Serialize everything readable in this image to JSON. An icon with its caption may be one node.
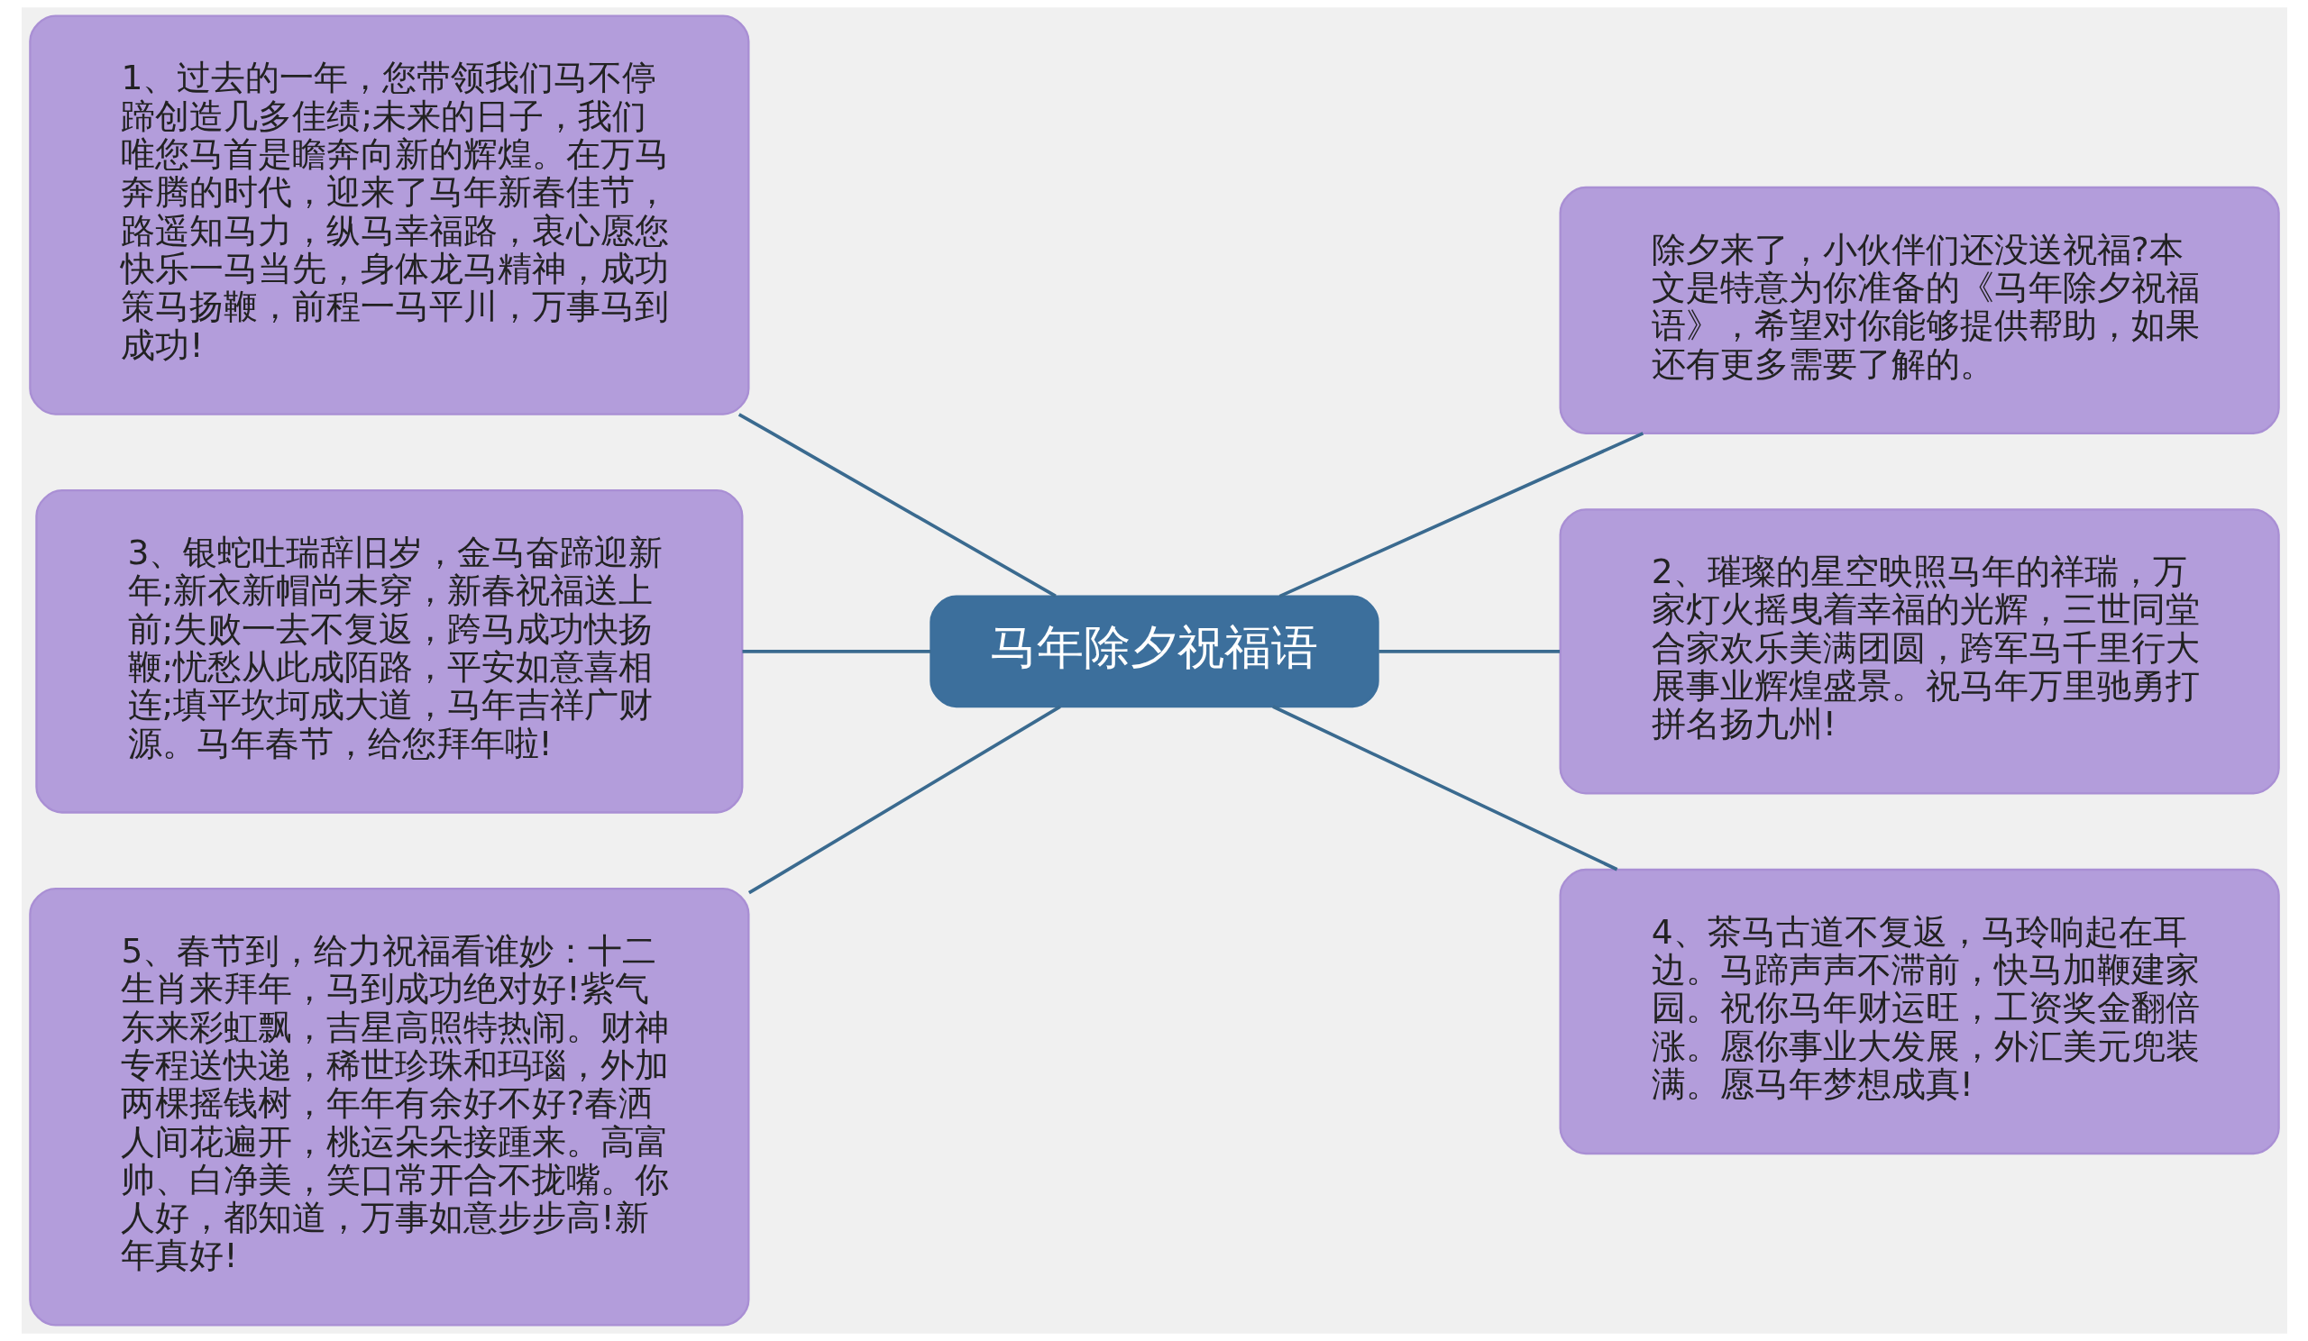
{
  "diagram": {
    "nodes": [
      {
        "text": [
          "马年除夕祝福语"
        ]
      },
      {
        "text": [
          "1、过去的一年，您带领我们马不停蹄创造几多佳绩;未来的日子，我们唯您马首是瞻奔向新的辉煌。在万马奔腾的时代，迎来了马年新春佳节，路遥知马力，纵马幸福路，衷心愿您快乐一马当先，身体龙马精神，成功策马扬鞭，前程一马平川，万事马到成功!"
        ]
      },
      {
        "text": [
          "3、银蛇吐瑞辞旧岁，金马奋蹄迎新年;新衣新帽尚未穿，新春祝福送上前;失败一去不复返，跨马成功快扬鞭;忧愁从此成陌路，平安如意喜相连;填平坎坷成大道，马年吉祥广财源。马年春节，给您拜年啦!"
        ]
      },
      {
        "text": [
          "5、春节到，给力祝福看谁妙：十二生肖来拜年，马到成功绝对好!紫气东来彩虹飘，吉星高照特热闹。财神专程送快递，稀世珍珠和玛瑙，外加两棵摇钱树，年年有余好不好?春洒人间花遍开，桃运朵朵接踵来。高富帅、白净美，笑口常开合不拢嘴。你人好，都知道，万事如意步步高!新年真好!"
        ]
      },
      {
        "text": [
          "除夕来了，小伙伴们还没送祝福?本文是特意为你准备的《马年除夕祝福语》，希望对你能够提供帮助，如果还有更多需要了解的。"
        ]
      },
      {
        "text": [
          "2、璀璨的星空映照马年的祥瑞，万家灯火摇曳着幸福的光辉，三世同堂合家欢乐美满团圆，跨军马千里行大展事业辉煌盛景。祝马年万里驰勇打拼名扬九州!"
        ]
      },
      {
        "text": [
          "4、茶马古道不复返，马玲响起在耳边。马蹄声声不滞前，快马加鞭建家园。祝你马年财运旺，工资奖金翻倍涨。愿你事业大发展，外汇美元兜装满。愿马年梦想成真!"
        ]
      }
    ],
    "edges": [
      {
        "from": 0,
        "to": 1,
        "arrow": "none"
      },
      {
        "from": 0,
        "to": 2,
        "arrow": "none"
      },
      {
        "from": 0,
        "to": 3,
        "arrow": "none"
      },
      {
        "from": 0,
        "to": 4,
        "arrow": "none"
      },
      {
        "from": 0,
        "to": 5,
        "arrow": "none"
      },
      {
        "from": 0,
        "to": 6,
        "arrow": "none"
      }
    ]
  }
}
